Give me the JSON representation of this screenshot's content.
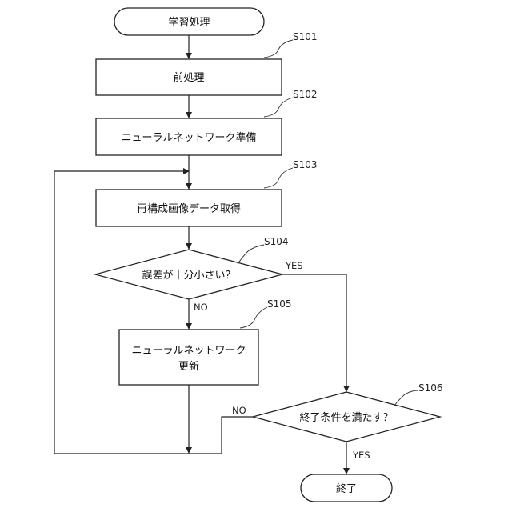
{
  "flowchart": {
    "nodes": {
      "start": {
        "text": "学習処理"
      },
      "s101": {
        "text": "前処理",
        "ref": "S101"
      },
      "s102": {
        "text": "ニューラルネットワーク準備",
        "ref": "S102"
      },
      "s103": {
        "text": "再構成画像データ取得",
        "ref": "S103"
      },
      "s104": {
        "text": "誤差が十分小さい？",
        "ref": "S104"
      },
      "s105": {
        "line1": "ニューラルネットワーク",
        "line2": "更新",
        "ref": "S105"
      },
      "s106": {
        "text": "終了条件を満たす？",
        "ref": "S106"
      },
      "end": {
        "text": "終了"
      }
    },
    "branch_labels": {
      "s104_yes": "YES",
      "s104_no": "NO",
      "s106_yes": "YES",
      "s106_no": "NO"
    }
  }
}
